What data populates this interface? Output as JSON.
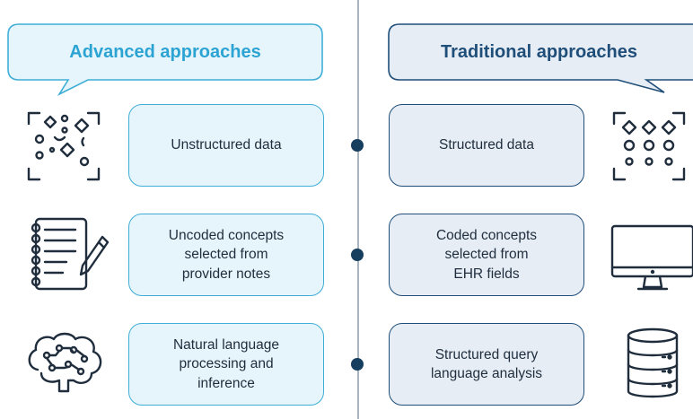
{
  "left": {
    "header": "Advanced approaches",
    "items": [
      {
        "text": "Unstructured data",
        "icon": "unstructured-data-icon"
      },
      {
        "text": "Uncoded concepts\nselected from\nprovider notes",
        "icon": "notepad-pencil-icon"
      },
      {
        "text": "Natural language\nprocessing and\ninference",
        "icon": "brain-circuit-icon"
      }
    ]
  },
  "right": {
    "header": "Traditional approaches",
    "items": [
      {
        "text": "Structured data",
        "icon": "structured-data-icon"
      },
      {
        "text": "Coded concepts\nselected from\nEHR fields",
        "icon": "computer-monitor-icon"
      },
      {
        "text": "Structured query\nlanguage analysis",
        "icon": "database-icon"
      }
    ]
  },
  "colors": {
    "advanced_fill": "#e6f5fb",
    "advanced_border": "#3faed6",
    "advanced_title": "#2ba3d3",
    "traditional_fill": "#e6edf5",
    "traditional_border": "#1f4e79",
    "traditional_title": "#1f4e79",
    "icon_stroke": "#1f2d3d",
    "timeline_dot": "#163e5f"
  }
}
